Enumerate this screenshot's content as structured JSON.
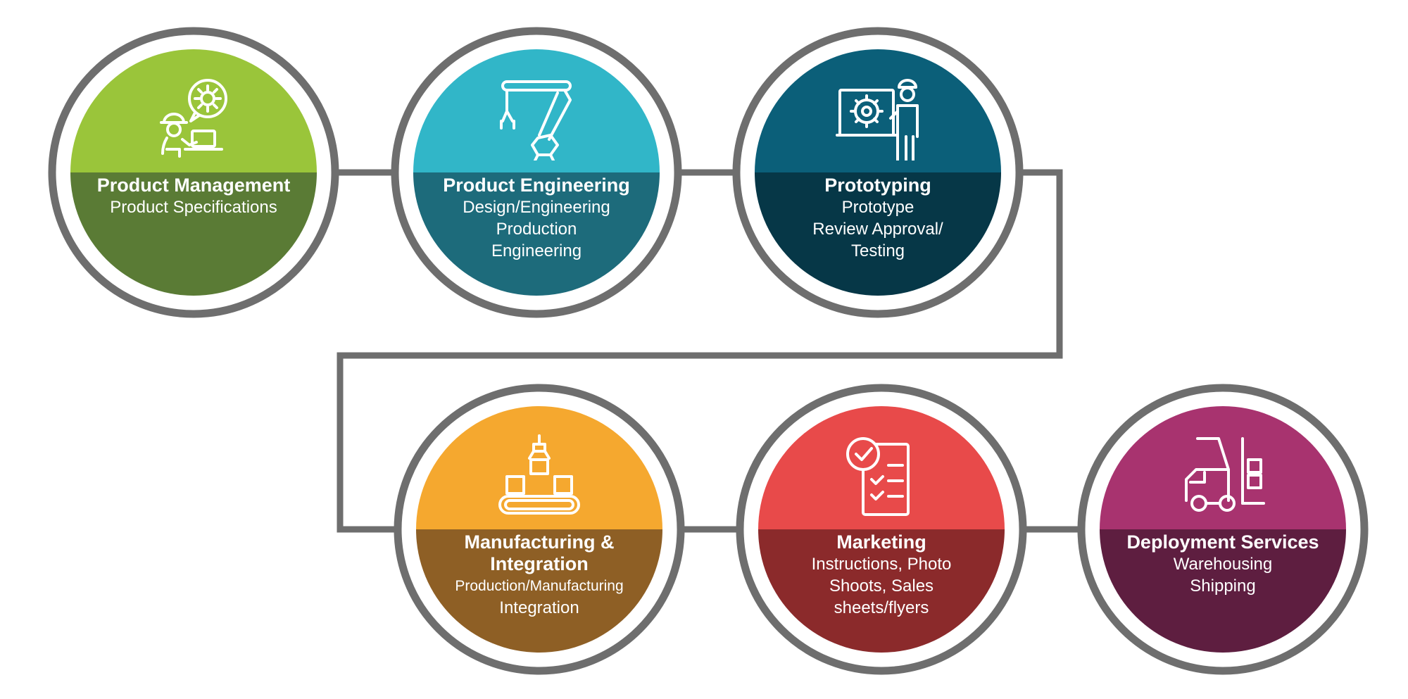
{
  "steps": [
    {
      "title": "Product Management",
      "lines": [
        "Product Specifications"
      ],
      "icon": "engineer-laptop-gear-icon",
      "color_top": "#9ac53a",
      "color_bottom": "#5a7b35"
    },
    {
      "title": "Product Engineering",
      "lines": [
        "Design/Engineering",
        "Production",
        "Engineering"
      ],
      "icon": "robotic-arm-icon",
      "color_top": "#31b6c8",
      "color_bottom": "#1d6b7b"
    },
    {
      "title": "Prototyping",
      "lines": [
        "Prototype",
        "Review Approval/",
        "Testing"
      ],
      "icon": "engineer-presentation-gear-icon",
      "color_top": "#0b5f79",
      "color_bottom": "#063747"
    },
    {
      "title": "Manufacturing & Integration",
      "lines": [
        "Production/Manufacturing",
        "Integration"
      ],
      "icon": "conveyor-crane-icon",
      "color_top": "#f5a82f",
      "color_bottom": "#8e5f25"
    },
    {
      "title": "Marketing",
      "lines": [
        "Instructions, Photo",
        "Shoots, Sales",
        "sheets/flyers"
      ],
      "icon": "checklist-icon",
      "color_top": "#e84a4a",
      "color_bottom": "#8b2a2b"
    },
    {
      "title": "Deployment Services",
      "lines": [
        "Warehousing",
        "Shipping"
      ],
      "icon": "forklift-icon",
      "color_top": "#a8336f",
      "color_bottom": "#5e1e40"
    }
  ],
  "connector_color": "#6e6e6e"
}
